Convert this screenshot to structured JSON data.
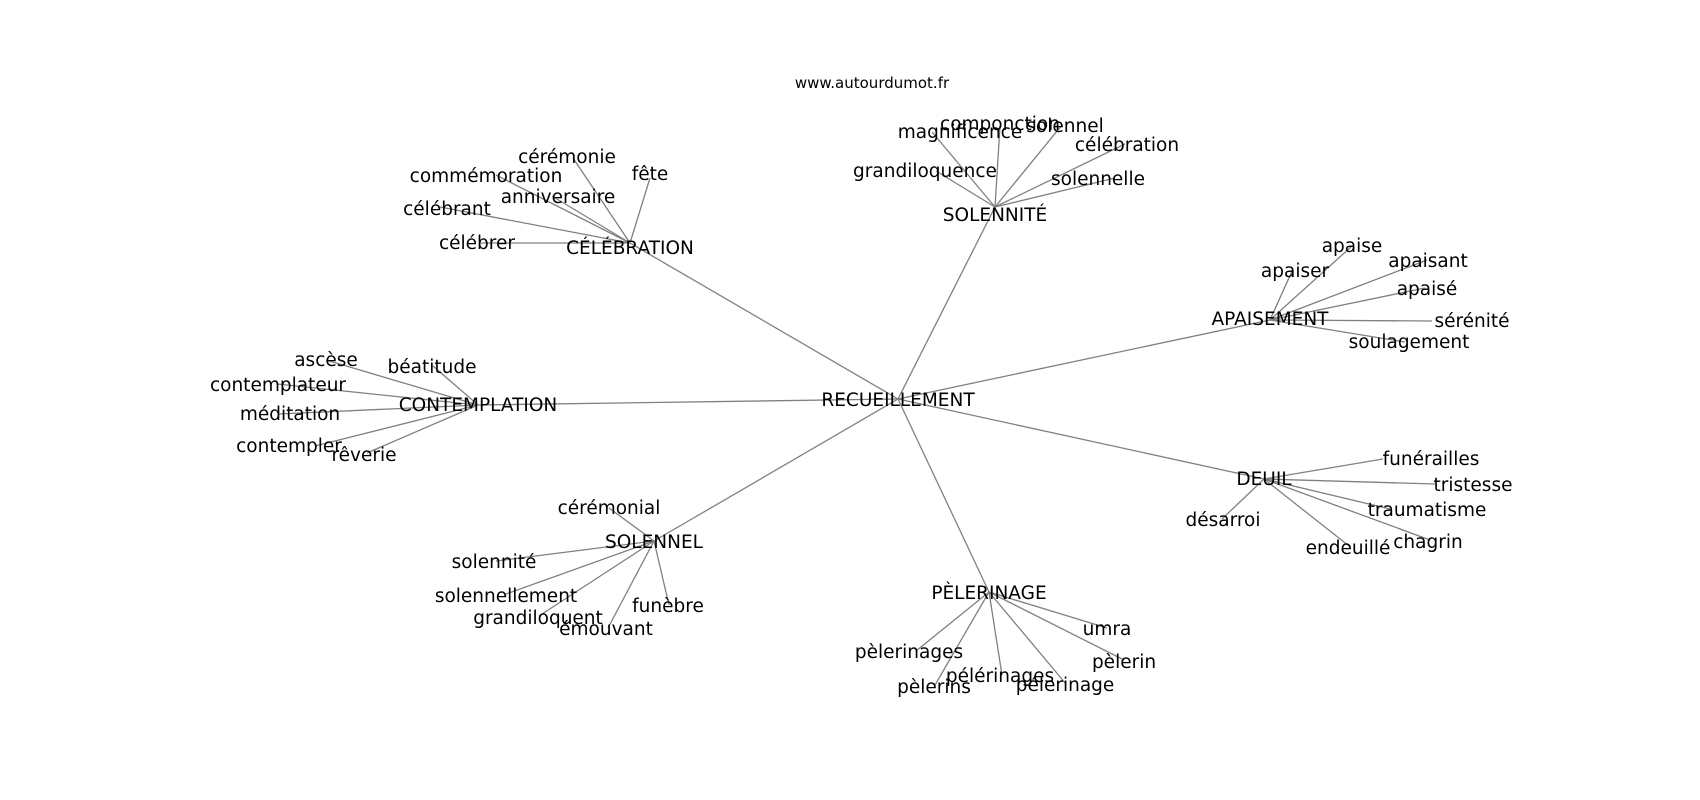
{
  "source": "www.autourdumot.fr",
  "graph": {
    "center": "RECUEILLEMENT",
    "hubs": [
      {
        "id": "solennite",
        "label": "SOLENNITÉ",
        "leaves": [
          "magnificence",
          "componction",
          "solennel",
          "célébration",
          "grandiloquence",
          "solennelle"
        ]
      },
      {
        "id": "celebration",
        "label": "CÉLÉBRATION",
        "leaves": [
          "cérémonie",
          "fête",
          "commémoration",
          "anniversaire",
          "célébrant",
          "célébrer"
        ]
      },
      {
        "id": "apaisement",
        "label": "APAISEMENT",
        "leaves": [
          "apaise",
          "apaisant",
          "apaiser",
          "apaisé",
          "sérénité",
          "soulagement"
        ]
      },
      {
        "id": "contemplation",
        "label": "CONTEMPLATION",
        "leaves": [
          "ascèse",
          "béatitude",
          "contemplateur",
          "méditation",
          "contempler",
          "rêverie"
        ]
      },
      {
        "id": "deuil",
        "label": "DEUIL",
        "leaves": [
          "funérailles",
          "tristesse",
          "traumatisme",
          "désarroi",
          "chagrin",
          "endeuillé"
        ]
      },
      {
        "id": "solennel",
        "label": "SOLENNEL",
        "leaves": [
          "cérémonial",
          "solennité",
          "solennellement",
          "funèbre",
          "grandiloquent",
          "émouvant"
        ]
      },
      {
        "id": "pelerinage",
        "label": "PÈLERINAGE",
        "leaves": [
          "umra",
          "pèlerinages",
          "pèlerin",
          "pélérinages",
          "pèlerins",
          "pélerinage"
        ]
      }
    ]
  }
}
